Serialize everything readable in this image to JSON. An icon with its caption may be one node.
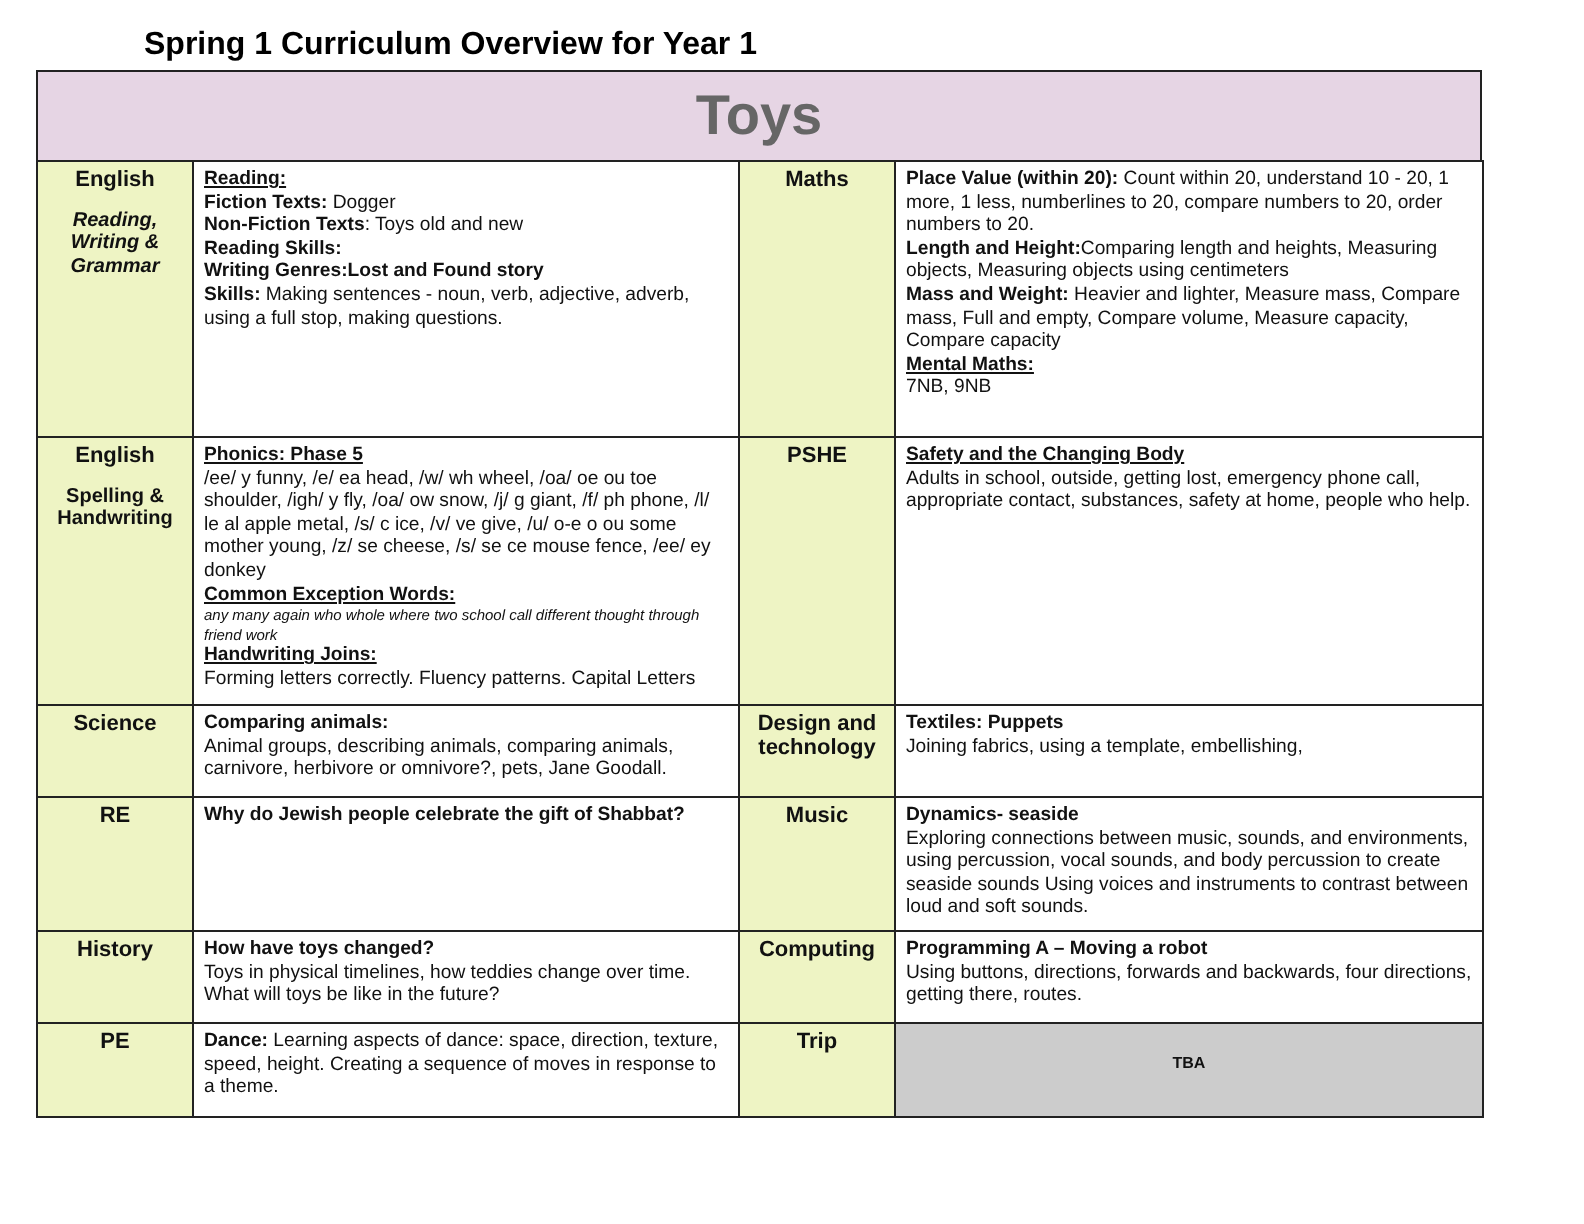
{
  "diagram": {
    "title": "Spring 1 Curriculum Overview for Year 1",
    "labels": [
      "Toys",
      "English",
      "Reading, Writing & Grammar",
      "Reading:",
      "**Fiction Texts:** Dogger",
      "**Non-Fiction Texts**: Toys old and new",
      "Reading Skills:",
      "Writing Genres:Lost and Found story",
      "**Skills:** Making sentences - noun, verb, adjective, adverb, using a full stop, making questions.",
      "Maths",
      "**Place Value (within 20):** Count within 20, understand 10 - 20, 1 more, 1 less, numberlines to 20, compare numbers to 20, order numbers to 20.",
      "**Length and Height:**Comparing length and heights, Measuring objects, Measuring objects using centimeters",
      "**Mass and Weight:** Heavier and lighter, Measure mass, Compare mass, Full and empty, Compare volume, Measure capacity, Compare capacity",
      "Mental Maths:",
      "7NB, 9NB",
      "English",
      "Spelling & Handwriting",
      "Phonics: Phase 5",
      "/ee/ y funny, /e/ ea head, /w/ wh wheel, /oa/ oe ou toe shoulder, /igh/ y fly, /oa/ ow snow, /j/ g giant, /f/ ph phone, /l/ le al apple metal, /s/ c ice, /v/ ve give, /u/ o-e o ou some mother young, /z/ se cheese, /s/ se ce mouse fence, /ee/ ey donkey",
      "Common Exception Words:",
      "any many again who whole where two school call different  thought through friend work",
      "Handwriting Joins:",
      "Forming letters correctly. Fluency patterns. Capital Letters",
      "PSHE",
      "Safety and the Changing Body",
      "Adults in school, outside, getting lost, emergency phone call, appropriate contact, substances, safety at home, people who help.",
      "Science",
      "Comparing animals:",
      "Animal groups, describing animals, comparing animals, carnivore, herbivore or omnivore?, pets, Jane Goodall.",
      "Design and technology",
      "Textiles: Puppets",
      "Joining  fabrics, using  a template, embellishing,",
      "RE",
      "Why do Jewish people celebrate the gift of Shabbat?",
      "Music",
      "Dynamics- seaside",
      "Exploring  connections between music, sounds, and environments, using percussion, vocal sounds, and body percussion to create seaside sounds Using voices and instruments to contrast between loud and soft sounds.",
      "History",
      "How have toys changed?",
      "Toys in physical timelines, how teddies change over time. What will toys be like in the future?",
      "Computing",
      "Programming A – Moving a robot",
      "Using buttons, directions, forwards and backwards, four directions, getting there, routes.",
      "PE",
      "**Dance:** Learning aspects of dance: space, direction, texture, speed, height. Creating a sequence of moves in response to a theme.",
      "Trip",
      "TBA"
    ]
  }
}
